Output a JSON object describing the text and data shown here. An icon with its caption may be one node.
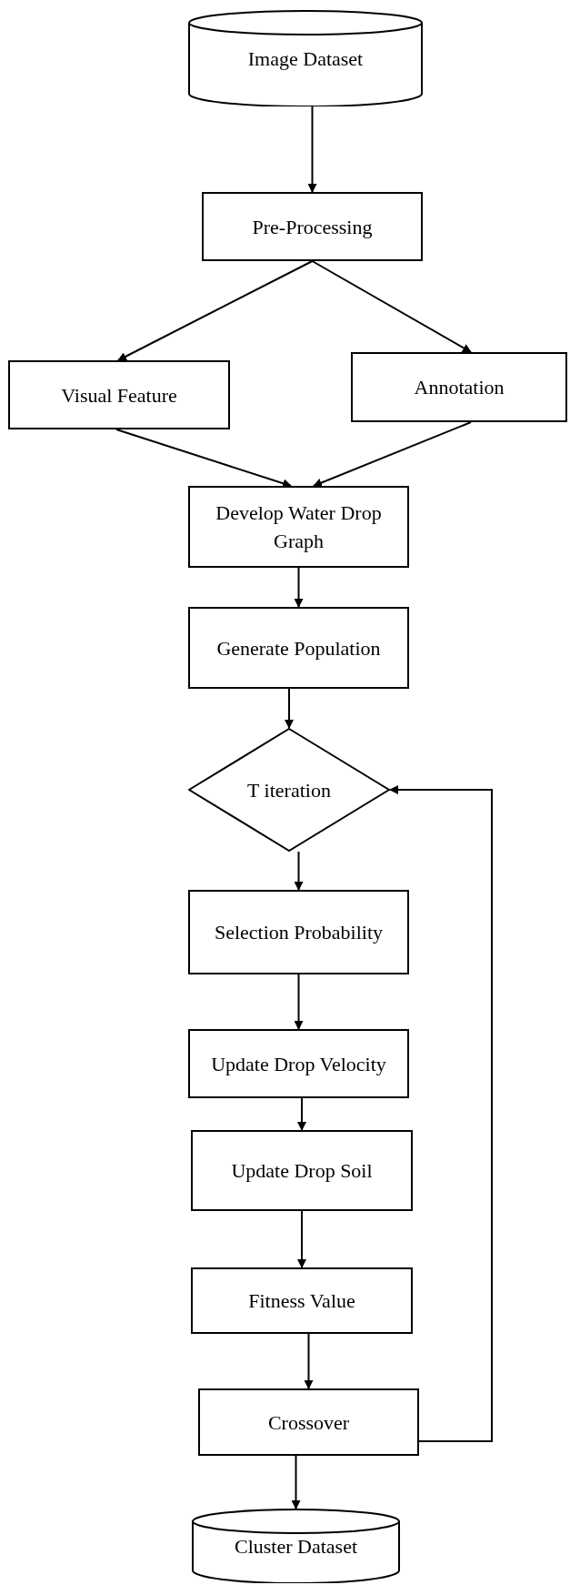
{
  "diagram": {
    "nodes": [
      {
        "text": [
          "Image Dataset"
        ]
      },
      {
        "text": [
          "Pre-Processing"
        ]
      },
      {
        "text": [
          "Visual Feature"
        ]
      },
      {
        "text": [
          "Annotation"
        ]
      },
      {
        "text": [
          "Develop Water Drop Graph"
        ]
      },
      {
        "text": [
          "Generate Population"
        ]
      },
      {
        "text": [
          "T iteration"
        ]
      },
      {
        "text": [
          "Selection Probability"
        ]
      },
      {
        "text": [
          "Update Drop Velocity"
        ]
      },
      {
        "text": [
          "Update Drop Soil"
        ]
      },
      {
        "text": [
          "Fitness Value"
        ]
      },
      {
        "text": [
          "Crossover"
        ]
      },
      {
        "text": [
          "Cluster Dataset"
        ]
      }
    ],
    "edges": [
      {
        "from": 0,
        "to": 1,
        "arrow": "to"
      },
      {
        "from": 1,
        "to": 2,
        "arrow": "to"
      },
      {
        "from": 1,
        "to": 3,
        "arrow": "to"
      },
      {
        "from": 2,
        "to": 4,
        "arrow": "to"
      },
      {
        "from": 3,
        "to": 4,
        "arrow": "to"
      },
      {
        "from": 4,
        "to": 5,
        "arrow": "to"
      },
      {
        "from": 5,
        "to": 6,
        "arrow": "to"
      },
      {
        "from": 6,
        "to": 7,
        "arrow": "to"
      },
      {
        "from": 7,
        "to": 8,
        "arrow": "to"
      },
      {
        "from": 8,
        "to": 9,
        "arrow": "to"
      },
      {
        "from": 9,
        "to": 10,
        "arrow": "to"
      },
      {
        "from": 10,
        "to": 11,
        "arrow": "to"
      },
      {
        "from": 11,
        "to": 12,
        "arrow": "to"
      },
      {
        "from": 11,
        "to": 6,
        "arrow": "to"
      }
    ]
  }
}
